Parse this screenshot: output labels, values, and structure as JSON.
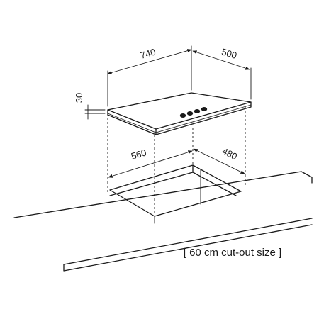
{
  "dimensions": {
    "hob_width": "740",
    "hob_depth": "500",
    "hob_height": "30",
    "cutout_width": "560",
    "cutout_depth": "480"
  },
  "caption": "[ 60 cm cut-out size ]"
}
